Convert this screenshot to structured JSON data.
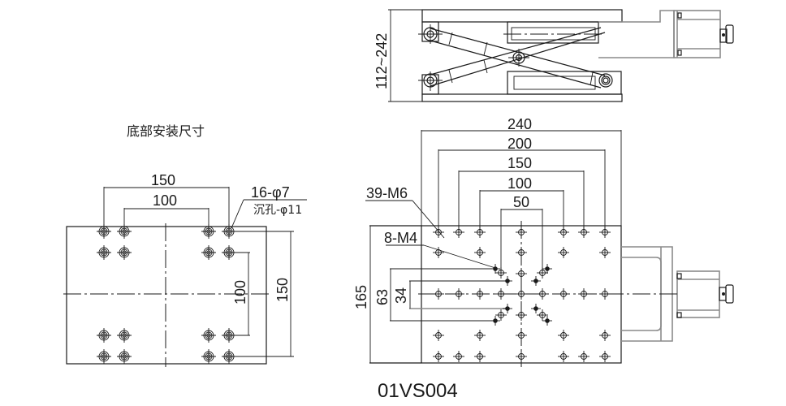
{
  "drawing": {
    "model_number": "01VS004",
    "bottom_mount_title": "底部安装尺寸",
    "side_view": {
      "height_range_label": "112~242"
    },
    "bottom_view": {
      "dim_outer_width": "150",
      "dim_inner_width": "100",
      "dim_outer_height": "150",
      "dim_inner_height": "100",
      "hole_callout": "16-φ7",
      "counterbore_callout": "沉孔-φ11"
    },
    "top_view": {
      "dim_240": "240",
      "dim_200": "200",
      "dim_150": "150",
      "dim_100": "100",
      "dim_50": "50",
      "dim_165": "165",
      "dim_63": "63",
      "dim_34": "34",
      "m6_callout": "39-M6",
      "m4_callout": "8-M4"
    }
  }
}
